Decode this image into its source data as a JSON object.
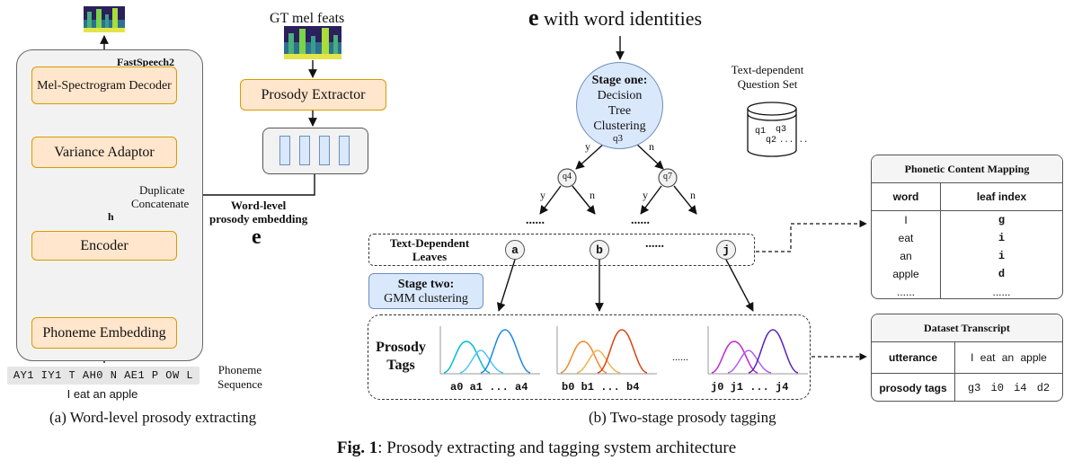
{
  "part_a": {
    "fastspeech_label": "FastSpeech2",
    "mel_decoder": "Mel-Spectrogram Decoder",
    "variance_adaptor": "Variance Adaptor",
    "encoder": "Encoder",
    "phoneme_embedding": "Phoneme Embedding",
    "prosody_extractor": "Prosody Extractor",
    "gt_mel": "GT mel feats",
    "dup_concat_line1": "Duplicate",
    "dup_concat_line2": "Concatenate",
    "word_level_line1": "Word-level",
    "word_level_line2": "prosody embedding",
    "h_label": "h",
    "e_symbol": "e",
    "phoneme_sequence": "AY1 IY1 T AH0 N AE1 P OW L",
    "sentence": "I eat an apple",
    "phoneme_label_line1": "Phoneme",
    "phoneme_label_line2": "Sequence",
    "caption": "(a) Word-level prosody extracting"
  },
  "part_b": {
    "input_e": "e",
    "input_text": "with word identities",
    "stage_one_title": "Stage one:",
    "stage_one_line1": "Decision",
    "stage_one_line2": "Tree",
    "stage_one_line3": "Clustering",
    "q3": "q3",
    "q4": "q4",
    "q7": "q7",
    "yes": "y",
    "no": "n",
    "ellipsis": "......",
    "question_set_line1": "Text-dependent",
    "question_set_line2": "Question Set",
    "db_q1": "q1",
    "db_q2": "q2",
    "db_q3": "q3",
    "db_dots": "......",
    "leaves_line1": "Text-Dependent",
    "leaves_line2": "Leaves",
    "leaf_a": "a",
    "leaf_b": "b",
    "leaf_j": "j",
    "stage_two_title": "Stage two:",
    "stage_two_text": "GMM clustering",
    "prosody_tags_line1": "Prosody",
    "prosody_tags_line2": "Tags",
    "tags_a": "a0 a1 ... a4",
    "tags_b": "b0 b1 ... b4",
    "tags_j": "j0 j1 ... j4",
    "mid_dots": "......",
    "caption": "(b) Two-stage prosody tagging"
  },
  "phonetic_table": {
    "title": "Phonetic Content Mapping",
    "col1": "word",
    "col2": "leaf index",
    "rows": [
      {
        "word": "I",
        "leaf": "g"
      },
      {
        "word": "eat",
        "leaf": "i"
      },
      {
        "word": "an",
        "leaf": "i"
      },
      {
        "word": "apple",
        "leaf": "d"
      },
      {
        "word": "......",
        "leaf": "......"
      }
    ]
  },
  "transcript_table": {
    "title": "Dataset Transcript",
    "row1_label": "utterance",
    "row1_value": "I eat an apple",
    "row2_label": "prosody tags",
    "row2_value": "g3 i0 i4 d2"
  },
  "figure_caption_bold": "Fig. 1",
  "figure_caption_rest": ": Prosody extracting and tagging system architecture",
  "colors": {
    "orange_fill": "#ffe6cc",
    "orange_border": "#d79b00",
    "blue_fill": "#dae8fc",
    "blue_border": "#6c8ebf",
    "gmm_a": [
      "#00bcd4",
      "#4fc3f7",
      "#1e88e5"
    ],
    "gmm_b": [
      "#ef8a2b",
      "#f2b24a",
      "#d84315"
    ],
    "gmm_j": [
      "#c026d3",
      "#b05cf0",
      "#5b21b6"
    ]
  }
}
